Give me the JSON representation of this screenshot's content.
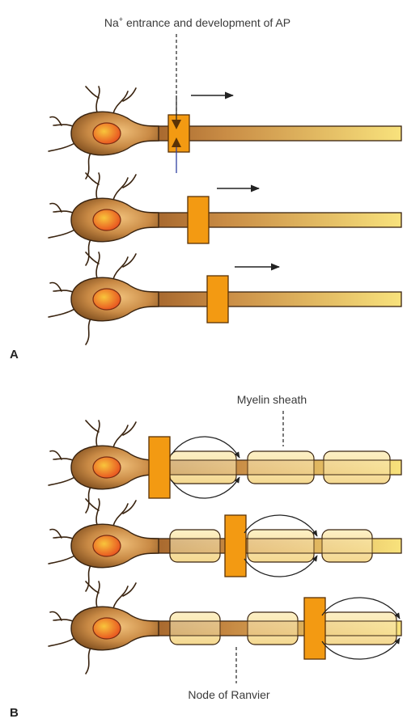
{
  "labels": {
    "na_prefix": "Na",
    "na_superscript": "+",
    "na_rest": " entrance and development of AP",
    "myelin_sheath": "Myelin sheath",
    "node_of_ranvier": "Node of Ranvier",
    "panel_a": "A",
    "panel_b": "B"
  },
  "colors": {
    "axon_light": "#f7e07a",
    "axon_dark": "#a0652a",
    "soma_dark": "#7a4a1c",
    "soma_light": "#e2a25a",
    "nucleus_outer": "#e8451c",
    "nucleus_inner": "#f6c040",
    "action_potential": "#f39a12",
    "myelin_fill": "#fbe7ad",
    "outline": "#3a2410"
  },
  "panels": [
    {
      "name": "A",
      "type": "unmyelinated",
      "neurons": 3
    },
    {
      "name": "B",
      "type": "myelinated",
      "neurons": 3
    }
  ]
}
